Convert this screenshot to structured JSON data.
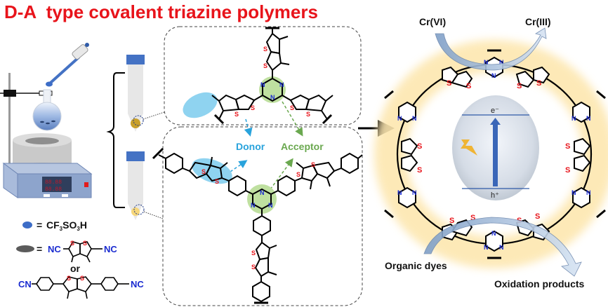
{
  "title": "D-A  type covalent triazine polymers",
  "colors": {
    "title": "#e8141b",
    "sulfur": "#e8141b",
    "nitrogen": "#1a2bd0",
    "donor": "#29a3dc",
    "acceptor": "#6aa84f",
    "donor_highlight": "#8fd3f0",
    "acceptor_highlight": "#bfe0a0",
    "glow": "#fde7b0",
    "tube_cap": "#4472c4",
    "arrow_band": "#4472c4"
  },
  "legend": {
    "acid_symbol": "=",
    "acid_formula": "CF3SO3H",
    "acid_formula_parts": {
      "cf": "CF",
      "sub1": "3",
      "so": "SO",
      "sub2": "3",
      "h": "H"
    },
    "monomer_symbol": "=",
    "monomer1_left": "NC",
    "monomer1_right": "NC",
    "or": "or",
    "monomer2_left": "CN",
    "monomer2_right": "NC",
    "S": "S"
  },
  "middle": {
    "donor_label": "Donor",
    "acceptor_label": "Acceptor",
    "atom_S": "S",
    "atom_N": "N"
  },
  "right": {
    "cr6": "Cr(VI)",
    "cr3": "Cr(III)",
    "electron": "e⁻",
    "hole": "h⁺",
    "organic_dyes": "Organic dyes",
    "oxidation_products": "Oxidation products"
  }
}
